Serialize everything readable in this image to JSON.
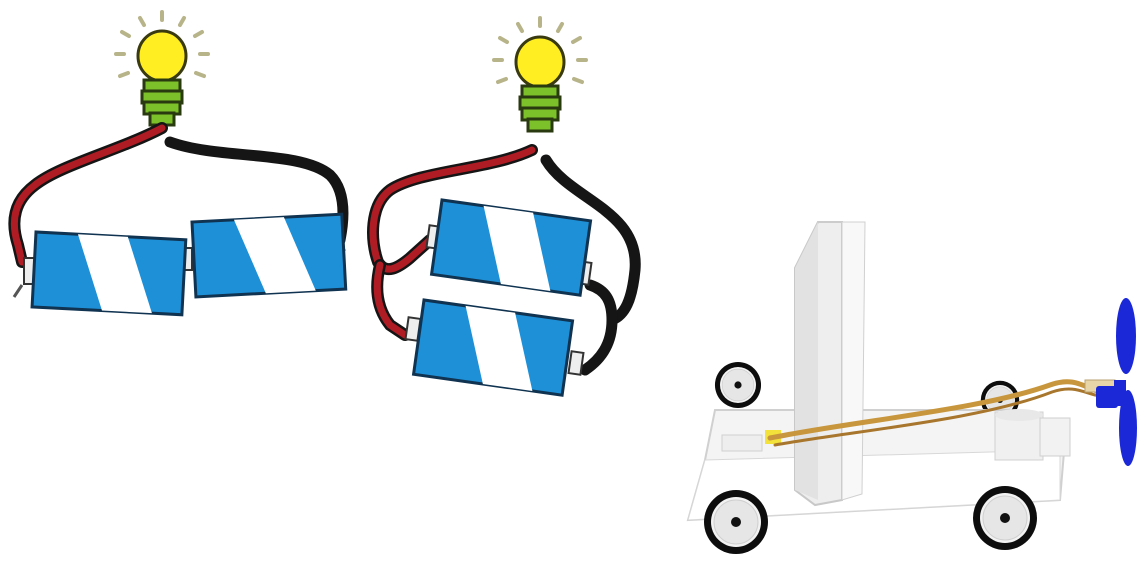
{
  "figure": {
    "panels": [
      {
        "id": "series-circuit",
        "components": [
          "light-bulb",
          "battery",
          "battery",
          "red-wire",
          "black-wire"
        ]
      },
      {
        "id": "parallel-circuit",
        "components": [
          "light-bulb",
          "battery",
          "battery",
          "red-wire",
          "black-wire"
        ]
      },
      {
        "id": "propeller-car",
        "components": [
          "paper-sail",
          "car-body",
          "wheel",
          "wheel",
          "wheel",
          "wheel",
          "rubber-band",
          "propeller"
        ]
      }
    ],
    "colors": {
      "battery_blue": "#1e90d8",
      "battery_stripe": "#ffffff",
      "bulb_glass": "#ffee22",
      "bulb_base": "#7cc02a",
      "wire_red": "#b01c24",
      "wire_black": "#151515",
      "propeller": "#1a28d8",
      "rubber_band": "#c8963c",
      "glow_rays": "#b8b48a"
    }
  }
}
